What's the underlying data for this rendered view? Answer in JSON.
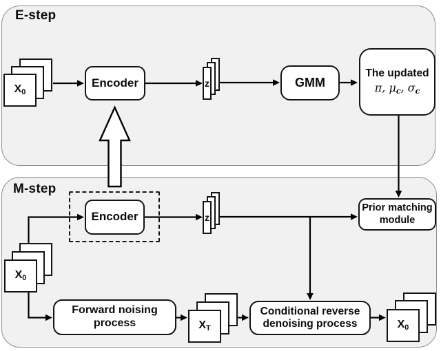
{
  "colors": {
    "panel_fill": "#f1f1f2",
    "panel_border": "#8d8d8d",
    "box_border": "#141414",
    "box_fill": "#ffffff",
    "line": "#000000"
  },
  "estep": {
    "label": "E-step",
    "x0_base": "X",
    "x0_sub": "0",
    "encoder_label": "Encoder",
    "z_label": "z",
    "gmm_label": "GMM",
    "updated_line1": "The updated",
    "math": {
      "pi": "π",
      "sep1": ", ",
      "mu": "μ",
      "mu_sub": "c",
      "sep2": ", ",
      "sigma": "σ",
      "sigma_sub": "c"
    }
  },
  "mstep": {
    "label": "M-step",
    "encoder_label": "Encoder",
    "z_label": "z",
    "x0_base": "X",
    "x0_sub": "0",
    "forward_line1": "Forward noising",
    "forward_line2": "process",
    "xT_base": "X",
    "xT_sub": "T",
    "conditional_line1": "Conditional reverse",
    "conditional_line2": "denoising process",
    "prior_line1": "Prior matching",
    "prior_line2": "module",
    "x0_out_base": "X",
    "x0_out_sub": "0"
  }
}
